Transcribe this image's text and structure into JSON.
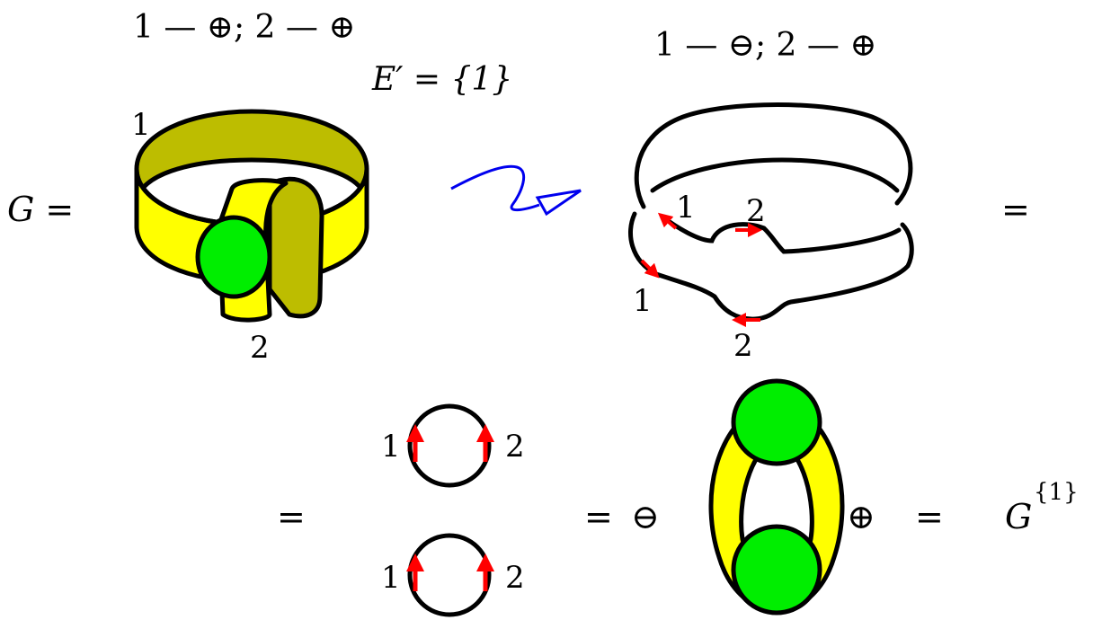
{
  "labels": {
    "left_signs": "1 — ⊕; 2 — ⊕",
    "right_signs": "1 — ⊖; 2 — ⊕",
    "eprime": "E′ = {1}",
    "g_eq": "G =",
    "edge1_left": "1",
    "edge2_left": "2",
    "right_mark1_upper": "1",
    "right_mark2_upper": "2",
    "right_mark1_lower": "1",
    "right_mark2_lower": "2",
    "eq_right": "=",
    "eq_bottom_1": "=",
    "eq_bottom_2": "=",
    "eq_bottom_3": "=",
    "circ_top_1": "1",
    "circ_top_2": "2",
    "circ_bot_1": "1",
    "circ_bot_2": "2",
    "minus_sign": "⊖",
    "plus_sign": "⊕",
    "result": "G",
    "result_sup": "{1}"
  },
  "colors": {
    "ribbon_front": "#ffff00",
    "ribbon_back": "#bdbd00",
    "vertex": "#00ee00",
    "marker": "#ff0000",
    "squiggle": "#0000ee"
  }
}
